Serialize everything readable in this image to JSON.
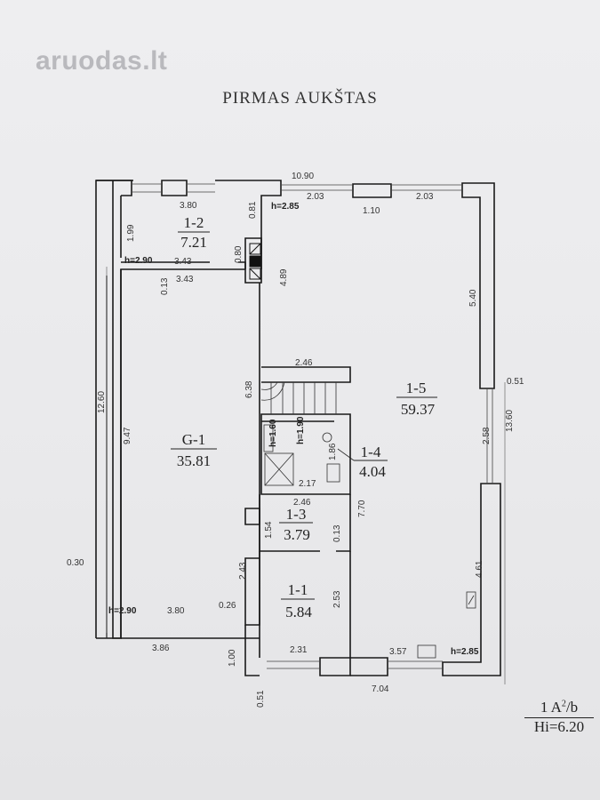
{
  "watermark": {
    "text": "aruodas",
    "dot": ".",
    "tld": "lt"
  },
  "title": "PIRMAS AUKŠTAS",
  "rooms": {
    "g1": {
      "id": "G-1",
      "area": "35.81"
    },
    "r12": {
      "id": "1-2",
      "area": "7.21"
    },
    "r15": {
      "id": "1-5",
      "area": "59.37"
    },
    "r14": {
      "id": "1-4",
      "area": "4.04"
    },
    "r13": {
      "id": "1-3",
      "area": "3.79"
    },
    "r11": {
      "id": "1-1",
      "area": "5.84"
    }
  },
  "heights": {
    "h1": "h=2.85",
    "h2": "h=2.90",
    "h3": "h=2.90",
    "h4": "h=2.85",
    "h5": "h=1.60",
    "h6": "h=1.90"
  },
  "dims": {
    "d1090": "10.90",
    "d380top": "3.80",
    "d203a": "2.03",
    "d110": "1.10",
    "d203b": "2.03",
    "d199": "1.99",
    "d081": "0.81",
    "d080": "0.80",
    "d343a": "3.43",
    "d343b": "3.43",
    "d013a": "0.13",
    "d489": "4.89",
    "d540": "5.40",
    "d246a": "2.46",
    "d051r": "0.51",
    "d1260": "12.60",
    "d947": "9.47",
    "d638": "6.38",
    "d1360": "13.60",
    "d258": "2.58",
    "d186": "1.86",
    "d217": "2.17",
    "d246b": "2.46",
    "d770": "7.70",
    "d154": "1.54",
    "d013b": "0.13",
    "d030": "0.30",
    "d461": "4.61",
    "d243": "2.43",
    "d253": "2.53",
    "d380bot": "3.80",
    "d026": "0.26",
    "d386": "3.86",
    "d231": "2.31",
    "d357": "3.57",
    "d100": "1.00",
    "d704": "7.04",
    "d051b": "0.51"
  },
  "stamp": {
    "top": "1 A",
    "sup": "2",
    "slash": "/b",
    "bottom": "Hi=6.20"
  }
}
